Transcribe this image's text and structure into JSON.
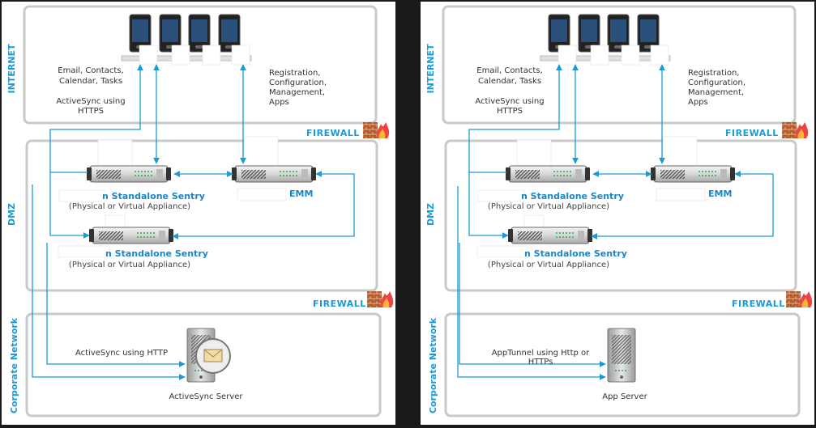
{
  "panels": [
    {
      "zones": {
        "internet": "INTERNET",
        "dmz": "DMZ",
        "corporate": "Corporate Network"
      },
      "firewalls": [
        "FIREWALL",
        "FIREWALL"
      ],
      "internet_left_text": [
        "Email, Contacts,",
        "Calendar, Tasks"
      ],
      "internet_left_text2": [
        "ActiveSync using",
        "HTTPS"
      ],
      "internet_right_text": [
        "Registration,",
        "Configuration,",
        "Management,",
        "Apps"
      ],
      "sentry1_title": "Standalone Sentry",
      "sentry1_title_prefix": "n",
      "sentry1_sub": "(Physical or Virtual Appliance)",
      "emm_label": "EMM",
      "sentry2_title": "Standalone Sentry",
      "sentry2_title_prefix": "n",
      "sentry2_sub": "(Physical or Virtual Appliance)",
      "corp_link_text": [
        "ActiveSync using HTTP"
      ],
      "server_label": "ActiveSync Server"
    },
    {
      "zones": {
        "internet": "INTERNET",
        "dmz": "DMZ",
        "corporate": "Corporate Network"
      },
      "firewalls": [
        "FIREWALL",
        "FIREWALL"
      ],
      "internet_left_text": [
        "Email, Contacts,",
        "Calendar, Tasks"
      ],
      "internet_left_text2": [
        "ActiveSync using",
        "HTTPS"
      ],
      "internet_right_text": [
        "Registration,",
        "Configuration,",
        "Management,",
        "Apps"
      ],
      "sentry1_title": "Standalone Sentry",
      "sentry1_title_prefix": "n",
      "sentry1_sub": "(Physical or Virtual Appliance)",
      "emm_label": "EMM",
      "emm_prefix": "M",
      "sentry2_title": "Standalone Sentry",
      "sentry2_title_prefix": "n",
      "sentry2_sub": "(Physical or Virtual Appliance)",
      "corp_link_text": [
        "AppTunnel using Http or",
        "HTTPs"
      ],
      "server_label": "App Server"
    }
  ],
  "colors": {
    "zone_border": "#c9c9c9",
    "zone_fill": "#ffffff",
    "arrow": "#1a9ad6",
    "label": "#1a9ad6"
  }
}
